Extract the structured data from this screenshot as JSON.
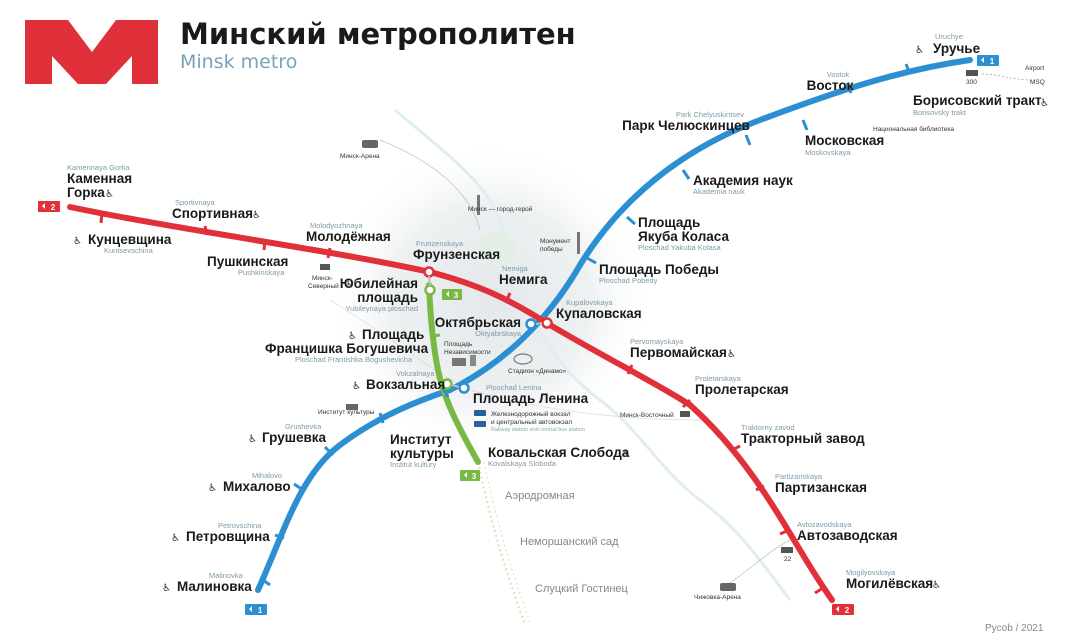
{
  "header": {
    "title": "Минский метрополитен",
    "subtitle": "Minsk metro"
  },
  "colors": {
    "line1": "#2b8fd1",
    "line2": "#e0303a",
    "line3": "#77b943",
    "logo": "#e0303a"
  },
  "lines": {
    "line1": {
      "number": "1"
    },
    "line2": {
      "number": "2"
    },
    "line3": {
      "number": "3"
    }
  },
  "stations": {
    "uruchye": {
      "ru": "Уручье",
      "en": "Uruchye"
    },
    "borisovsky": {
      "ru": "Борисовский тракт",
      "en": "Borisovsky trakt"
    },
    "vostok": {
      "ru": "Восток",
      "en": "Vostok"
    },
    "moskovskaya": {
      "ru": "Московская",
      "en": "Moskovskaya"
    },
    "chelyuskintsev": {
      "ru": "Парк Челюскинцев",
      "en": "Park Chelyuskintsev"
    },
    "akademia": {
      "ru": "Академия наук",
      "en": "Akademia nauk"
    },
    "kolasa_1": {
      "ru": "Площадь",
      "en": ""
    },
    "kolasa_2": {
      "ru": "Якуба Коласа",
      "en": "Ploschad Yakuba Kolasa"
    },
    "pobedy": {
      "ru": "Площадь Победы",
      "en": "Ploschad Pobedy"
    },
    "oktyabrskaya": {
      "ru": "Октябрьская",
      "en": "Oktyabrskaya"
    },
    "lenina": {
      "ru": "Площадь Ленина",
      "en": "Ploschad Lenina"
    },
    "institut_1": {
      "ru": "Институт",
      "en": ""
    },
    "institut_2": {
      "ru": "культуры",
      "en": "Institut kultury"
    },
    "grushevka": {
      "ru": "Грушевка",
      "en": "Grushevka"
    },
    "mihalovo": {
      "ru": "Михалово",
      "en": "Mihalovo"
    },
    "petrovschina": {
      "ru": "Петровщина",
      "en": "Petrovschina"
    },
    "malinovka": {
      "ru": "Малиновка",
      "en": "Malinovka"
    },
    "kamennaya_1": {
      "ru": "Каменная",
      "en": "Kamennaya Gorka"
    },
    "kamennaya_2": {
      "ru": "Горка",
      "en": ""
    },
    "kuntsevschina": {
      "ru": "Кунцевщина",
      "en": "Kuntsevschina"
    },
    "sportivnaya": {
      "ru": "Спортивная",
      "en": "Sportivnaya"
    },
    "pushkinskaya": {
      "ru": "Пушкинская",
      "en": "Pushkinskaya"
    },
    "molodyozhnaya": {
      "ru": "Молодёжная",
      "en": "Molodyozhnaya"
    },
    "frunzenskaya": {
      "ru": "Фрунзенская",
      "en": "Frunzenskaya"
    },
    "nemiga": {
      "ru": "Немига",
      "en": "Nemiga"
    },
    "kupalovskaya": {
      "ru": "Купаловская",
      "en": "Kupalovskaya"
    },
    "pervomayskaya": {
      "ru": "Первомайская",
      "en": "Pervomayskaya"
    },
    "proletarskaya": {
      "ru": "Пролетарская",
      "en": "Proletarskaya"
    },
    "traktorny": {
      "ru": "Тракторный завод",
      "en": "Traktorny zavod"
    },
    "partizanskaya": {
      "ru": "Партизанская",
      "en": "Partizanskaya"
    },
    "avtozavodskaya": {
      "ru": "Автозаводская",
      "en": "Avtozavodskaya"
    },
    "mogilevskaya": {
      "ru": "Могилёвская",
      "en": "Mogilyovskaya"
    },
    "yubileynaya_1": {
      "ru": "Юбилейная",
      "en": ""
    },
    "yubileynaya_2": {
      "ru": "площадь",
      "en": "Yubileynaya ploschad"
    },
    "bogushevicha_1": {
      "ru": "Площадь",
      "en": ""
    },
    "bogushevicha_2": {
      "ru": "Францишка Богушевича",
      "en": "Ploschad Frantishka Bogushevicha"
    },
    "vokzalnaya": {
      "ru": "Вокзальная",
      "en": "Vokzalnaya"
    },
    "kovalskaya": {
      "ru": "Ковальская Слобода",
      "en": "Kovalskaya Sloboda"
    }
  },
  "future_stations": [
    "Аэродромная",
    "Неморшанский сад",
    "Слуцкий Гостинец"
  ],
  "landmarks": {
    "minsk_arena": "Минск-Арена",
    "minsk_hero": "Минск — город-герой",
    "pobedy_monument_1": "Монумент",
    "pobedy_monument_2": "победы",
    "minsk_severny_1": "Минск-",
    "minsk_severny_2": "Северный",
    "nezavisimosti_1": "Площадь",
    "nezavisimosti_2": "Независимости",
    "stadium": "Стадион «Динамо»",
    "library_1": "Национальная библиотека",
    "institut_kultury": "Институт культуры",
    "railway_1": "Железнодорожный вокзал",
    "railway_2": "и центральный автовокзал",
    "railway_en": "Railway station and central bus station",
    "minsk_vostochny": "Минск-Восточный",
    "chizhovka": "Чижовка-Арена",
    "airport": "Airport",
    "msq": "MSQ",
    "bus_300": "300",
    "bus_22": "22"
  },
  "credit": "Pycob / 2021"
}
